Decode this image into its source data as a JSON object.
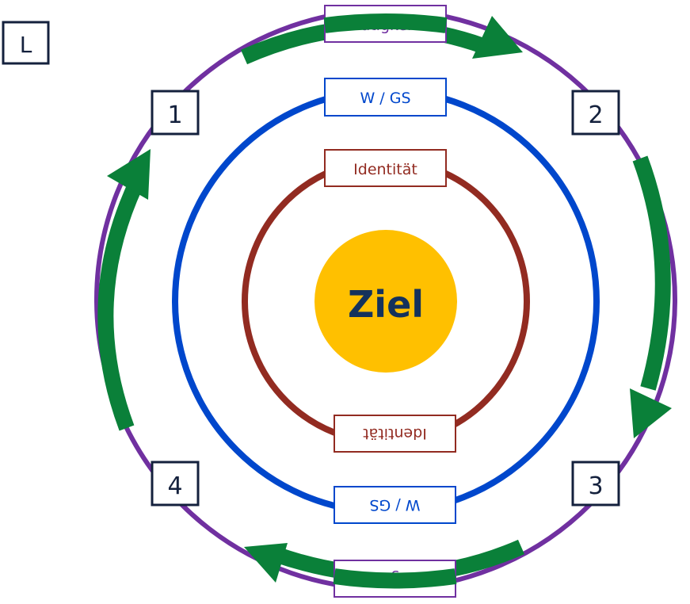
{
  "corner_label": "L",
  "center": {
    "label": "Ziel",
    "color": "#FFC000",
    "text_color": "#14325C"
  },
  "rings": {
    "outer": {
      "color": "#7030A0"
    },
    "middle": {
      "color": "#0047CC"
    },
    "inner": {
      "color": "#922B21"
    }
  },
  "cycle_arrow_color": "#0A8039",
  "stations": [
    "1",
    "2",
    "3",
    "4"
  ],
  "labels": {
    "top_outer": "Tätigkeit",
    "top_middle": "W / GS",
    "top_inner": "Identität",
    "bottom_inner": "Identität",
    "bottom_middle": "W / GS",
    "bottom_outer": "Tätigkeit"
  }
}
